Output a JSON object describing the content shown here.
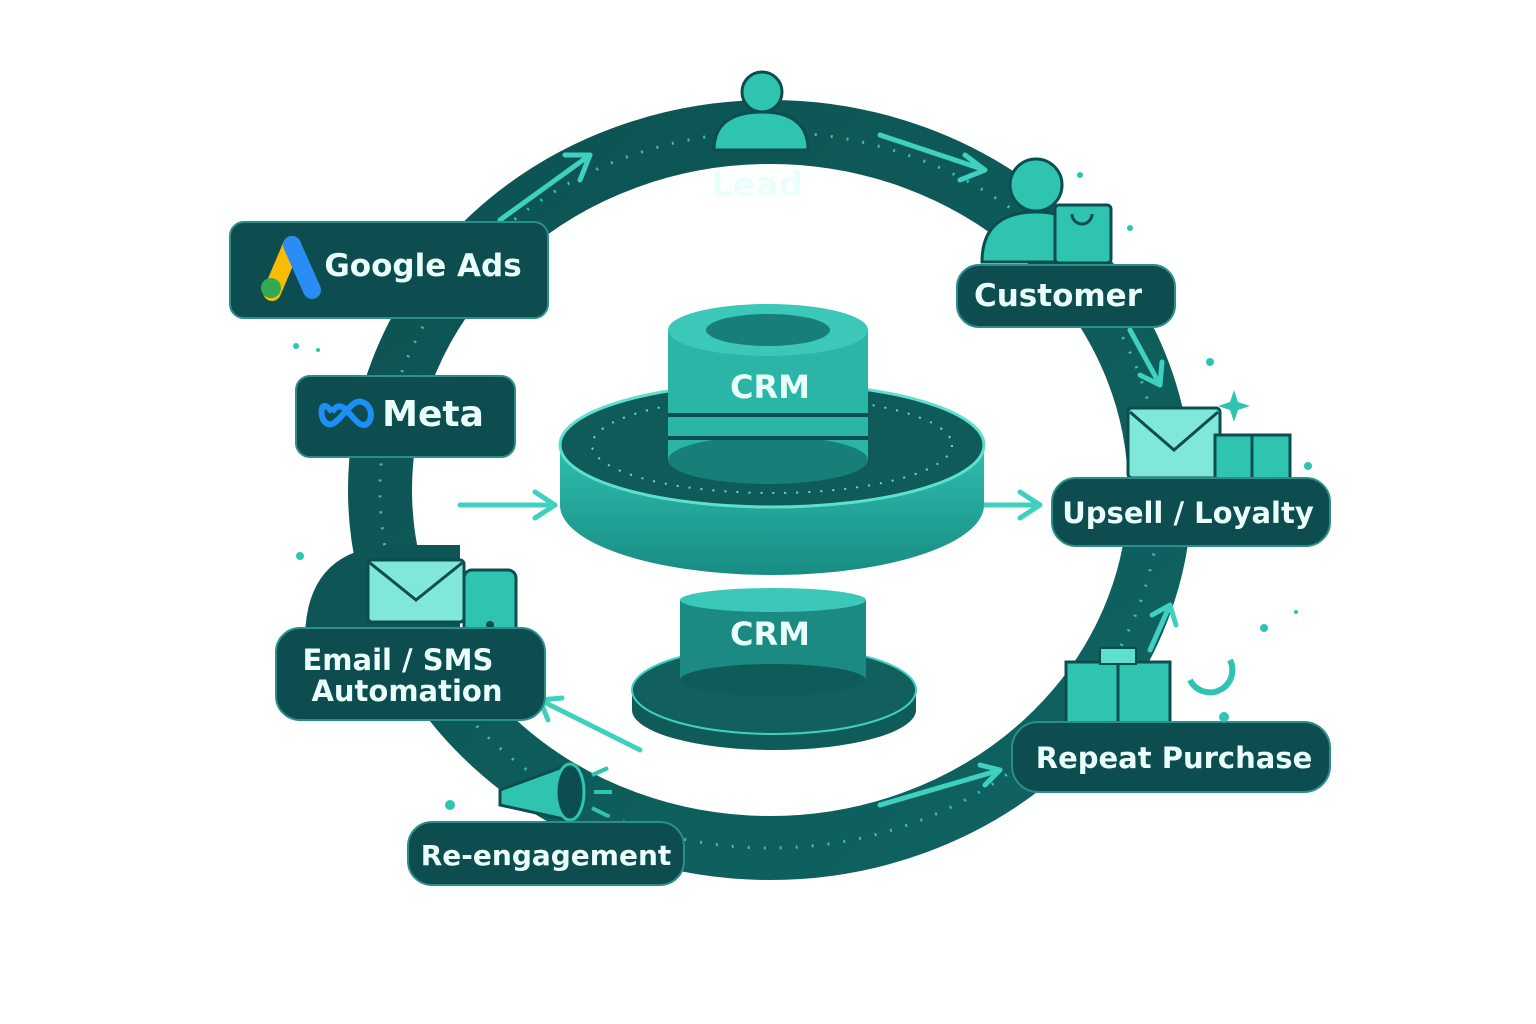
{
  "diagram": {
    "nodes": {
      "lead": "Lead",
      "customer": "Customer",
      "upsell": "Upsell / Loyalty",
      "repeat": "Repeat Purchase",
      "reengagement": "Re-engagement",
      "email_line1": "Email / SMS",
      "email_line2": "Automation",
      "meta": "Meta",
      "google_ads": "Google Ads",
      "crm_top": "CRM",
      "crm_bottom": "CRM"
    },
    "colors": {
      "dark_teal": "#0e4d4f",
      "ring_teal": "#0f5a5a",
      "accent_teal": "#2ec4b0",
      "light_teal": "#5fe0cf"
    }
  }
}
